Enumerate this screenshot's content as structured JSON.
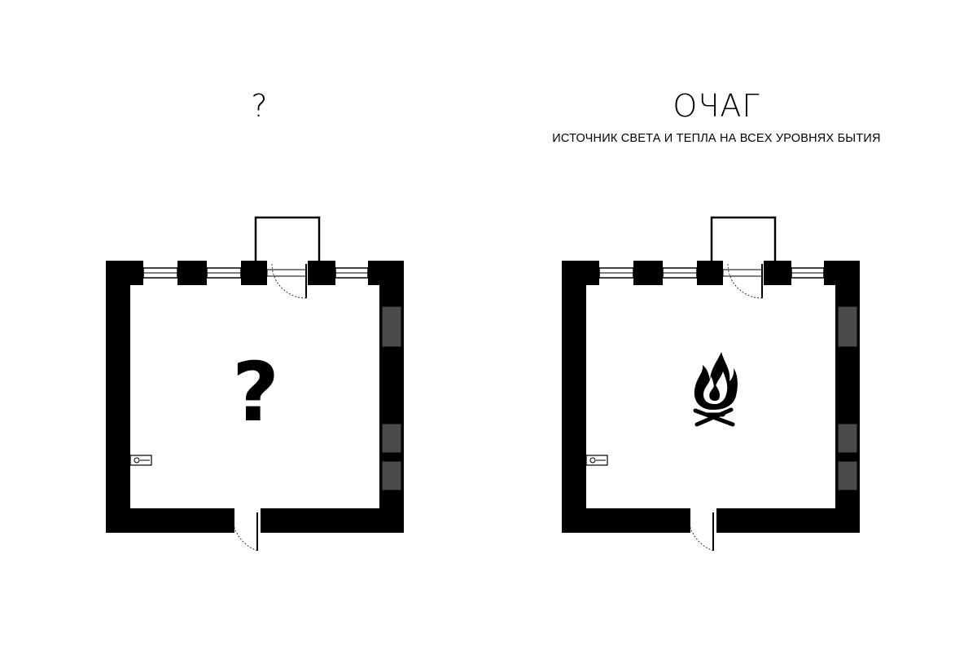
{
  "left_panel": {
    "title": "?",
    "room_symbol": "question-mark",
    "room_symbol_text": "?"
  },
  "right_panel": {
    "title": "ОЧАГ",
    "subtitle": "ИСТОЧНИК СВЕТА И ТЕПЛА НА ВСЕХ УРОВНЯХ БЫТИЯ",
    "room_symbol": "campfire-icon"
  },
  "colors": {
    "wall": "#000000",
    "window_panel": "#4a4a4a",
    "background": "#ffffff"
  }
}
